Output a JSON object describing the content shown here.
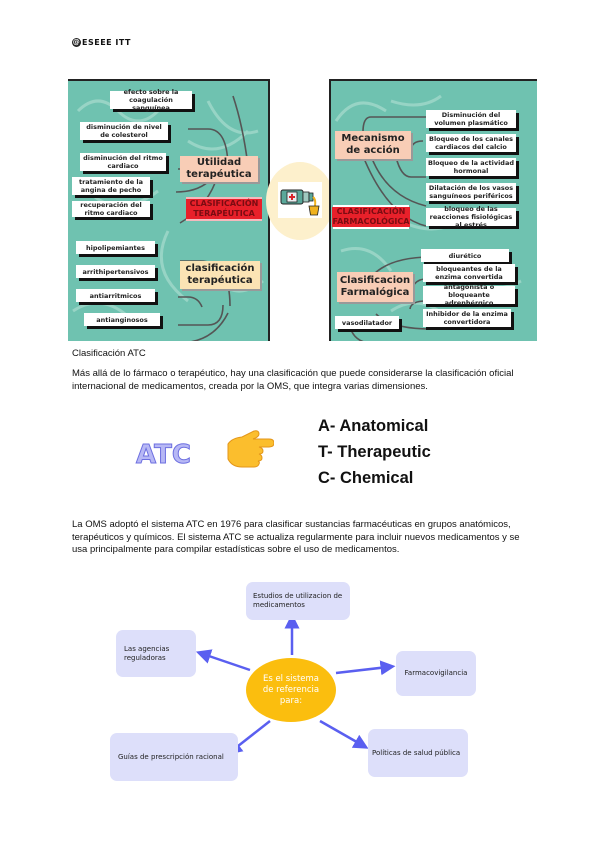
{
  "header": {
    "logo_symbol": "@",
    "logo_text": "ESEEE ITT"
  },
  "concept_map_left": {
    "title": "CLASIFICACIÓN TERAPÉUTICA",
    "hub1": "Utilidad terapéutica",
    "hub1_items": [
      "efecto sobre la coagulación sanguínea",
      "disminución de nivel de colesterol",
      "disminución del ritmo cardiaco",
      "tratamiento de la angina de pecho",
      "recuperación del ritmo cardiaco"
    ],
    "hub2": "clasificación terapéutica",
    "hub2_items": [
      "hipolipemiantes",
      "arrithipertensivos",
      "antiarritmicos",
      "antianginosos"
    ],
    "colors": {
      "background": "#6fc2b0",
      "hub1": "#f8cdb6",
      "hub2": "#fbe3b4",
      "title_highlight": "#e8202a"
    }
  },
  "center_icon": "medicine-bottle-pouring-icon",
  "concept_map_right": {
    "title": "CLASIFICACIÓN FARMACOLÓGICA",
    "hub1": "Mecanismo de acción",
    "hub1_items": [
      "Disminución del volumen plasmático",
      "Bloqueo de los canales cardiacos del calcio",
      "Bloqueo de la actividad hormonal",
      "Dilatación de los vasos sanguíneos periféricos",
      "bloqueo de las reacciones fisiológicas al estrés"
    ],
    "hub2": "Clasificacion Farmalógica",
    "hub2_items": [
      "diurético",
      "bloqueantes de la enzima convertida",
      "antagonista o bloqueante adrenhérgico",
      "vasodilatador",
      "Inhibidor de la enzima convertidora"
    ]
  },
  "section": {
    "heading": "Clasificación ATC",
    "paragraph1": "Más allá de lo fármaco o terapéutico, hay una clasificación que puede considerarse la clasificación oficial internacional de medicamentos, creada por la OMS, que integra varias dimensiones.",
    "atc_label": "ATC",
    "atc_icon": "pointing-hand-icon",
    "atc_items": [
      "A- Anatomical",
      "T- Therapeutic",
      "C- Chemical"
    ],
    "paragraph2": "La OMS adoptó el sistema ATC en 1976 para clasificar sustancias farmacéuticas en grupos anatómicos, terapéuticos y químicos. El sistema ATC se actualiza regularmente para incluir nuevos medicamentos y se usa principalmente para compilar estadísticas sobre el uso de medicamentos."
  },
  "diagram": {
    "center": "Es el sistema de referencia para:",
    "nodes": [
      "Estudios de utilizacion de medicamentos",
      "Las agencias reguladoras",
      "Farmacovigilancia",
      "Guías de prescripción racional",
      "Políticas de salud pública"
    ],
    "colors": {
      "center": "#fbbe0e",
      "node": "#dddffa",
      "arrow": "#5a5ff0"
    }
  }
}
